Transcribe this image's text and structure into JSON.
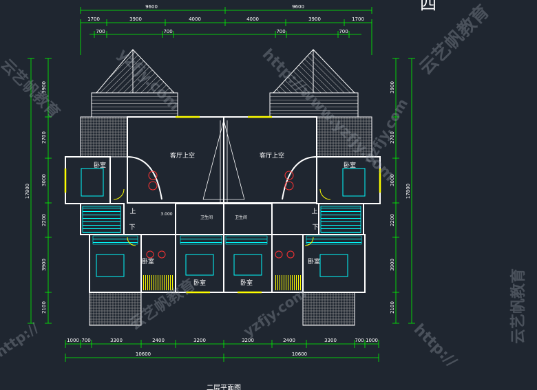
{
  "corner_char": "四",
  "title": "二层平面图",
  "rooms": {
    "living_void": "客厅上空",
    "bedroom": "卧室",
    "bathroom": "卫生间",
    "down": "下",
    "up": "上"
  },
  "elevation": "3.000",
  "dims_top_total": [
    "9600",
    "9600"
  ],
  "dims_top_row2": [
    "1700",
    "3900",
    "4000",
    "4000",
    "3900",
    "1700"
  ],
  "dims_top_row3": [
    "700",
    "700",
    "700",
    "700"
  ],
  "dims_bottom_row1": [
    "1000",
    "700",
    "3300",
    "2400",
    "3200",
    "3200",
    "2400",
    "3300",
    "700",
    "1000"
  ],
  "dims_bottom_total": [
    "10600",
    "10600"
  ],
  "dims_left": [
    "3900",
    "2700",
    "3000",
    "2200",
    "3900",
    "2100"
  ],
  "dims_left_total": "17800",
  "dims_right": [
    "3900",
    "2700",
    "3000",
    "2200",
    "3900",
    "2100"
  ],
  "dims_right_total": "17800",
  "watermarks": [
    "http://www.yzfjy.com",
    "云艺帆教育",
    "yzfjy.com",
    "http://"
  ],
  "colors": {
    "background": "#1f2630",
    "wall": "#ffffff",
    "dimension": "#00ff00",
    "furniture": "#00ffff",
    "door": "#ffff00",
    "fixture": "#ff3333"
  }
}
